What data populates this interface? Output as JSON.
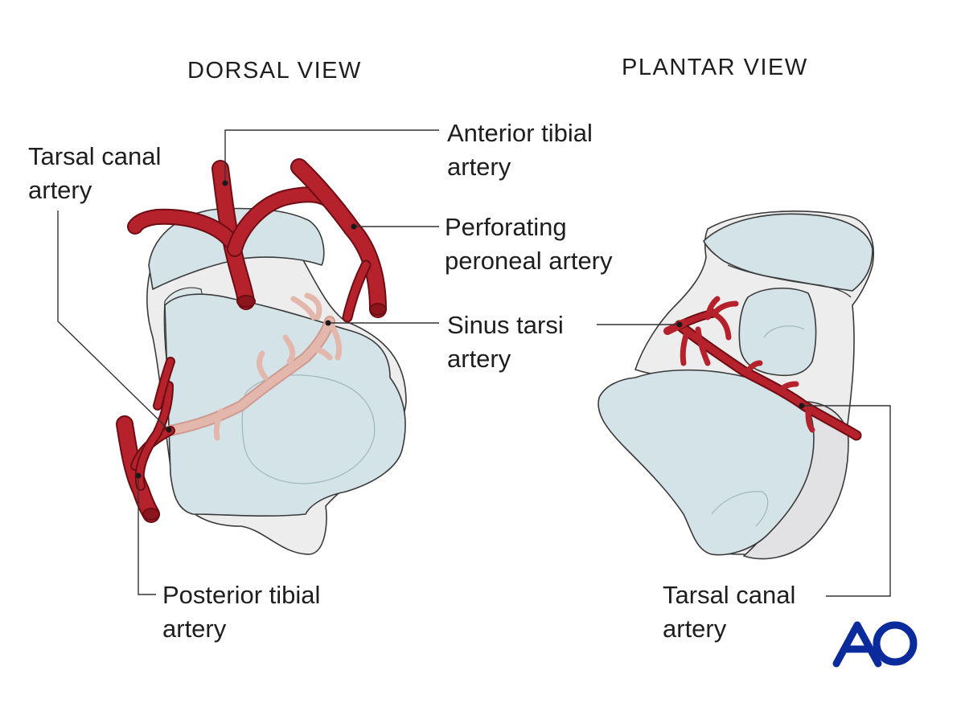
{
  "views": {
    "dorsal": {
      "title": "DORSAL VIEW"
    },
    "plantar": {
      "title": "PLANTAR VIEW"
    }
  },
  "labels": {
    "anterior_tibial": [
      "Anterior tibial",
      "artery"
    ],
    "tarsal_canal_dorsal": [
      "Tarsal canal",
      "artery"
    ],
    "perforating_peroneal": [
      "Perforating",
      "peroneal artery"
    ],
    "sinus_tarsi": [
      "Sinus tarsi",
      "artery"
    ],
    "posterior_tibial": [
      "Posterior tibial",
      "artery"
    ],
    "tarsal_canal_plantar": [
      "Tarsal canal",
      "artery"
    ]
  },
  "logo": {
    "text": "AO",
    "color": "#0b2a9c"
  },
  "colors": {
    "artery": "#b5222b",
    "artery_dark": "#6e0d14",
    "artery_faded": "#e4b7ad",
    "cartilage": "#d3e3e8",
    "bone": "#ededee",
    "outline": "#3a3a3a",
    "leader": "#333333"
  }
}
